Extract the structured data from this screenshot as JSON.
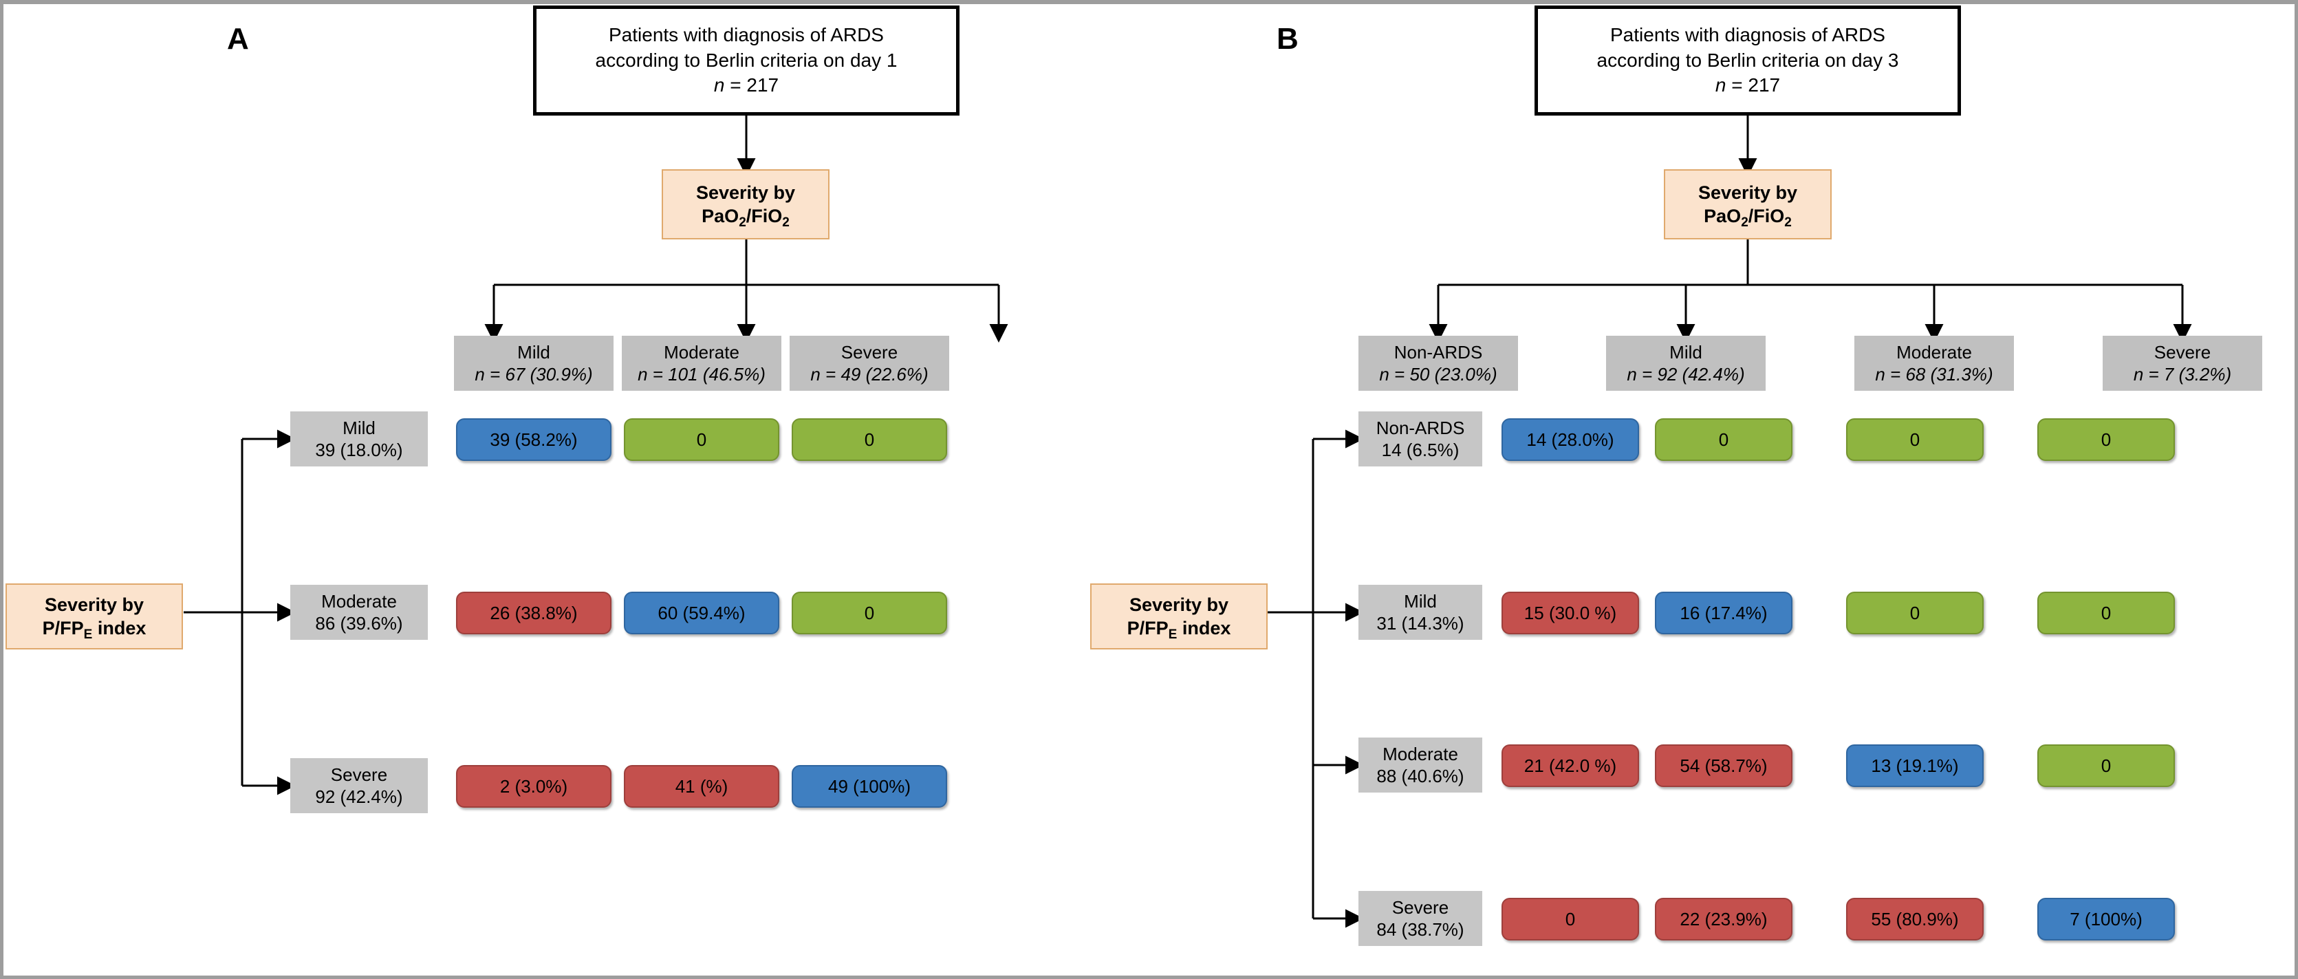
{
  "figure": {
    "panels": [
      {
        "letter": "A",
        "top_box": {
          "line1": "Patients with diagnosis of ARDS",
          "line2": "according to Berlin criteria on day 1",
          "n_label": "n",
          "n_eq": " = 217"
        },
        "severity_top": {
          "line1": "Severity by",
          "line2_pre": "PaO",
          "line2_sub1": "2",
          "line2_mid": "/FiO",
          "line2_sub2": "2"
        },
        "severity_left": {
          "line1": "Severity by",
          "line2_pre": "P/FP",
          "line2_sub": "E",
          "line2_post": " index"
        },
        "columns": [
          {
            "name": "Mild",
            "n": "n = 67 (30.9%)"
          },
          {
            "name": "Moderate",
            "n": "n = 101 (46.5%)"
          },
          {
            "name": "Severe",
            "n": "n = 49 (22.6%)"
          }
        ],
        "rows": [
          {
            "name": "Mild",
            "n": "39 (18.0%)",
            "cells": [
              {
                "text": "39 (58.2%)",
                "color": "blue"
              },
              {
                "text": "0",
                "color": "green"
              },
              {
                "text": "0",
                "color": "green"
              }
            ]
          },
          {
            "name": "Moderate",
            "n": "86 (39.6%)",
            "cells": [
              {
                "text": "26 (38.8%)",
                "color": "red"
              },
              {
                "text": "60 (59.4%)",
                "color": "blue"
              },
              {
                "text": "0",
                "color": "green"
              }
            ]
          },
          {
            "name": "Severe",
            "n": "92 (42.4%)",
            "cells": [
              {
                "text": "2 (3.0%)",
                "color": "red"
              },
              {
                "text": "41 (%)",
                "color": "red"
              },
              {
                "text": "49 (100%)",
                "color": "blue"
              }
            ]
          }
        ]
      },
      {
        "letter": "B",
        "top_box": {
          "line1": "Patients with diagnosis of ARDS",
          "line2": "according to Berlin criteria on day 3",
          "n_label": "n",
          "n_eq": " = 217"
        },
        "severity_top": {
          "line1": "Severity by",
          "line2_pre": "PaO",
          "line2_sub1": "2",
          "line2_mid": "/FiO",
          "line2_sub2": "2"
        },
        "severity_left": {
          "line1": "Severity by",
          "line2_pre": "P/FP",
          "line2_sub": "E",
          "line2_post": " index"
        },
        "columns": [
          {
            "name": "Non-ARDS",
            "n": "n = 50 (23.0%)"
          },
          {
            "name": "Mild",
            "n": "n = 92 (42.4%)"
          },
          {
            "name": "Moderate",
            "n": "n = 68 (31.3%)"
          },
          {
            "name": "Severe",
            "n": "n = 7 (3.2%)"
          }
        ],
        "rows": [
          {
            "name": "Non-ARDS",
            "n": "14 (6.5%)",
            "cells": [
              {
                "text": "14 (28.0%)",
                "color": "blue"
              },
              {
                "text": "0",
                "color": "green"
              },
              {
                "text": "0",
                "color": "green"
              },
              {
                "text": "0",
                "color": "green"
              }
            ]
          },
          {
            "name": "Mild",
            "n": "31 (14.3%)",
            "cells": [
              {
                "text": "15 (30.0 %)",
                "color": "red"
              },
              {
                "text": "16 (17.4%)",
                "color": "blue"
              },
              {
                "text": "0",
                "color": "green"
              },
              {
                "text": "0",
                "color": "green"
              }
            ]
          },
          {
            "name": "Moderate",
            "n": "88 (40.6%)",
            "cells": [
              {
                "text": "21 (42.0 %)",
                "color": "red"
              },
              {
                "text": "54 (58.7%)",
                "color": "red"
              },
              {
                "text": "13 (19.1%)",
                "color": "blue"
              },
              {
                "text": "0",
                "color": "green"
              }
            ]
          },
          {
            "name": "Severe",
            "n": "84 (38.7%)",
            "cells": [
              {
                "text": "0",
                "color": "red"
              },
              {
                "text": "22 (23.9%)",
                "color": "red"
              },
              {
                "text": "55 (80.9%)",
                "color": "red"
              },
              {
                "text": "7 (100%)",
                "color": "blue"
              }
            ]
          }
        ]
      }
    ],
    "colors": {
      "blue": "#3f7fc1",
      "red": "#c4504d",
      "green": "#8eb440",
      "gray_header": "#c0c0c0",
      "gray_row": "#c6c6c6",
      "peach": "#fbe3cd",
      "peach_border": "#e0a96d",
      "border_black": "#000000"
    }
  }
}
